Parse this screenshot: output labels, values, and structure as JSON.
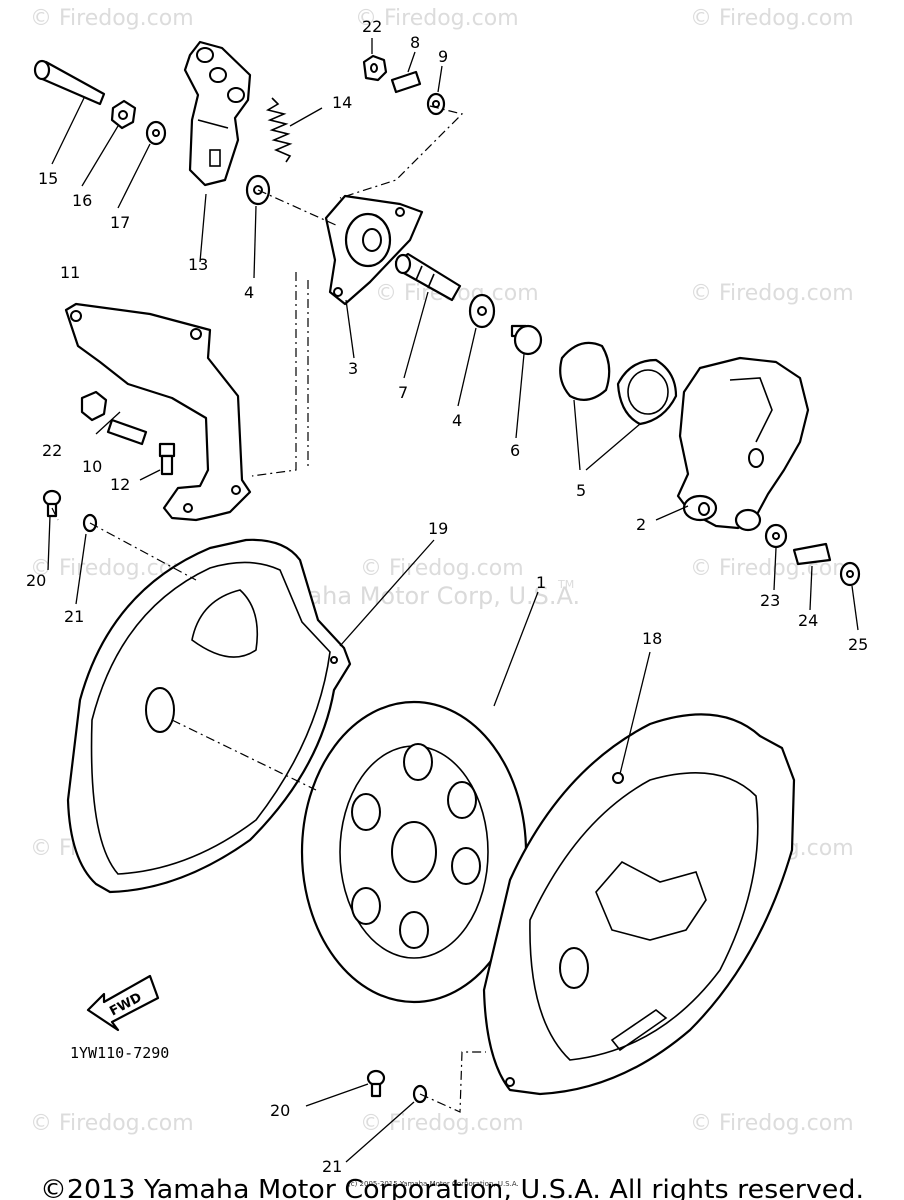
{
  "watermarks": {
    "site": "© Firedog.com",
    "corp": "Yamaha Motor Corp, U.S.A.",
    "corp_tm": "TM"
  },
  "callouts": [
    "22",
    "8",
    "9",
    "14",
    "15",
    "16",
    "17",
    "13",
    "11",
    "4",
    "3",
    "7",
    "4",
    "6",
    "5",
    "2",
    "22",
    "10",
    "12",
    "20",
    "21",
    "19",
    "1",
    "23",
    "24",
    "25",
    "18",
    "20",
    "21"
  ],
  "fwd_label": "FWD",
  "diagram_code": "1YW110-7290",
  "small_copyright": "(c) 2005-2015 Yamaha Motor Corporation, U.S.A.",
  "footer_copyright": "©2013 Yamaha Motor Corporation, U.S.A. All rights reserved."
}
